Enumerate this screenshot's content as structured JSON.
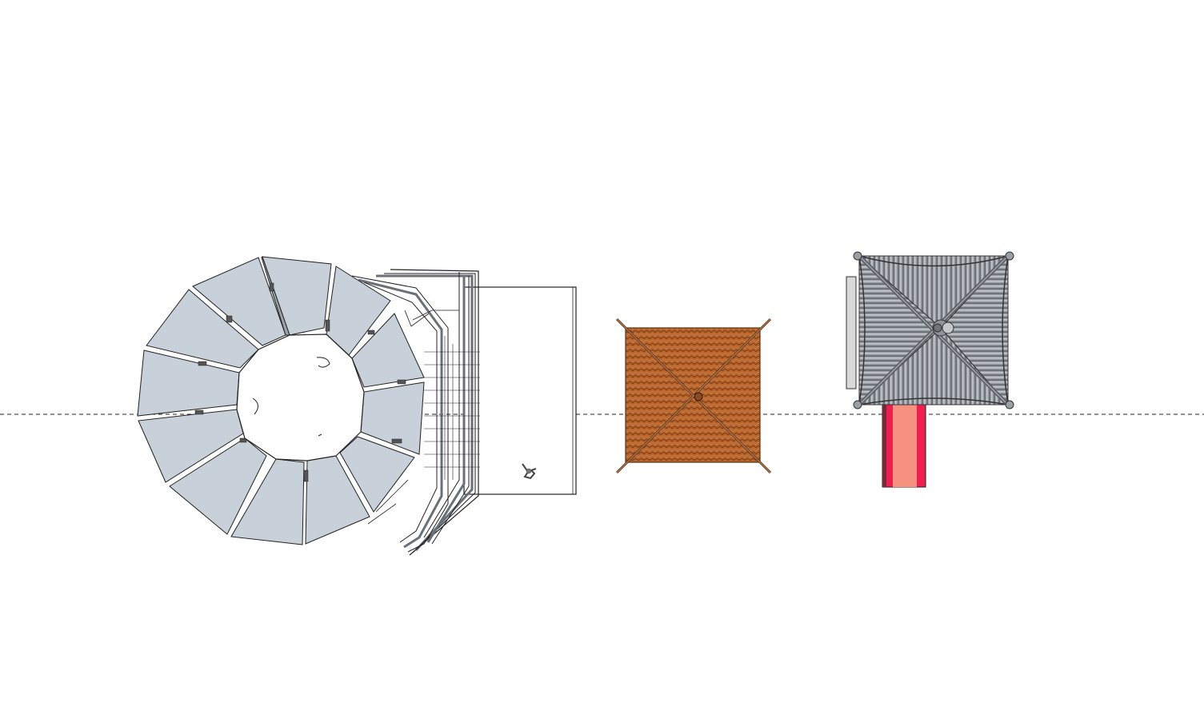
{
  "viewport": {
    "background": "#ffffff",
    "view": "top",
    "axis_line_style": "dashed"
  },
  "models": [
    {
      "name": "circular-pavilion-with-stair",
      "roof_color": "#c8d0da",
      "outline_color": "#222222",
      "roof_panel_count": 13
    },
    {
      "name": "square-tiled-roof",
      "roof_color": "#b8662e",
      "tile_line_color": "#7a3c14",
      "hip_color": "#6b3a1c"
    },
    {
      "name": "square-corrugated-roof",
      "roof_color": "#8f949a",
      "ridge_color": "#5f646a",
      "walkway_colors": [
        "#ee1f4f",
        "#f7917f"
      ]
    }
  ],
  "scene_objects": [
    {
      "name": "person-figure"
    }
  ]
}
